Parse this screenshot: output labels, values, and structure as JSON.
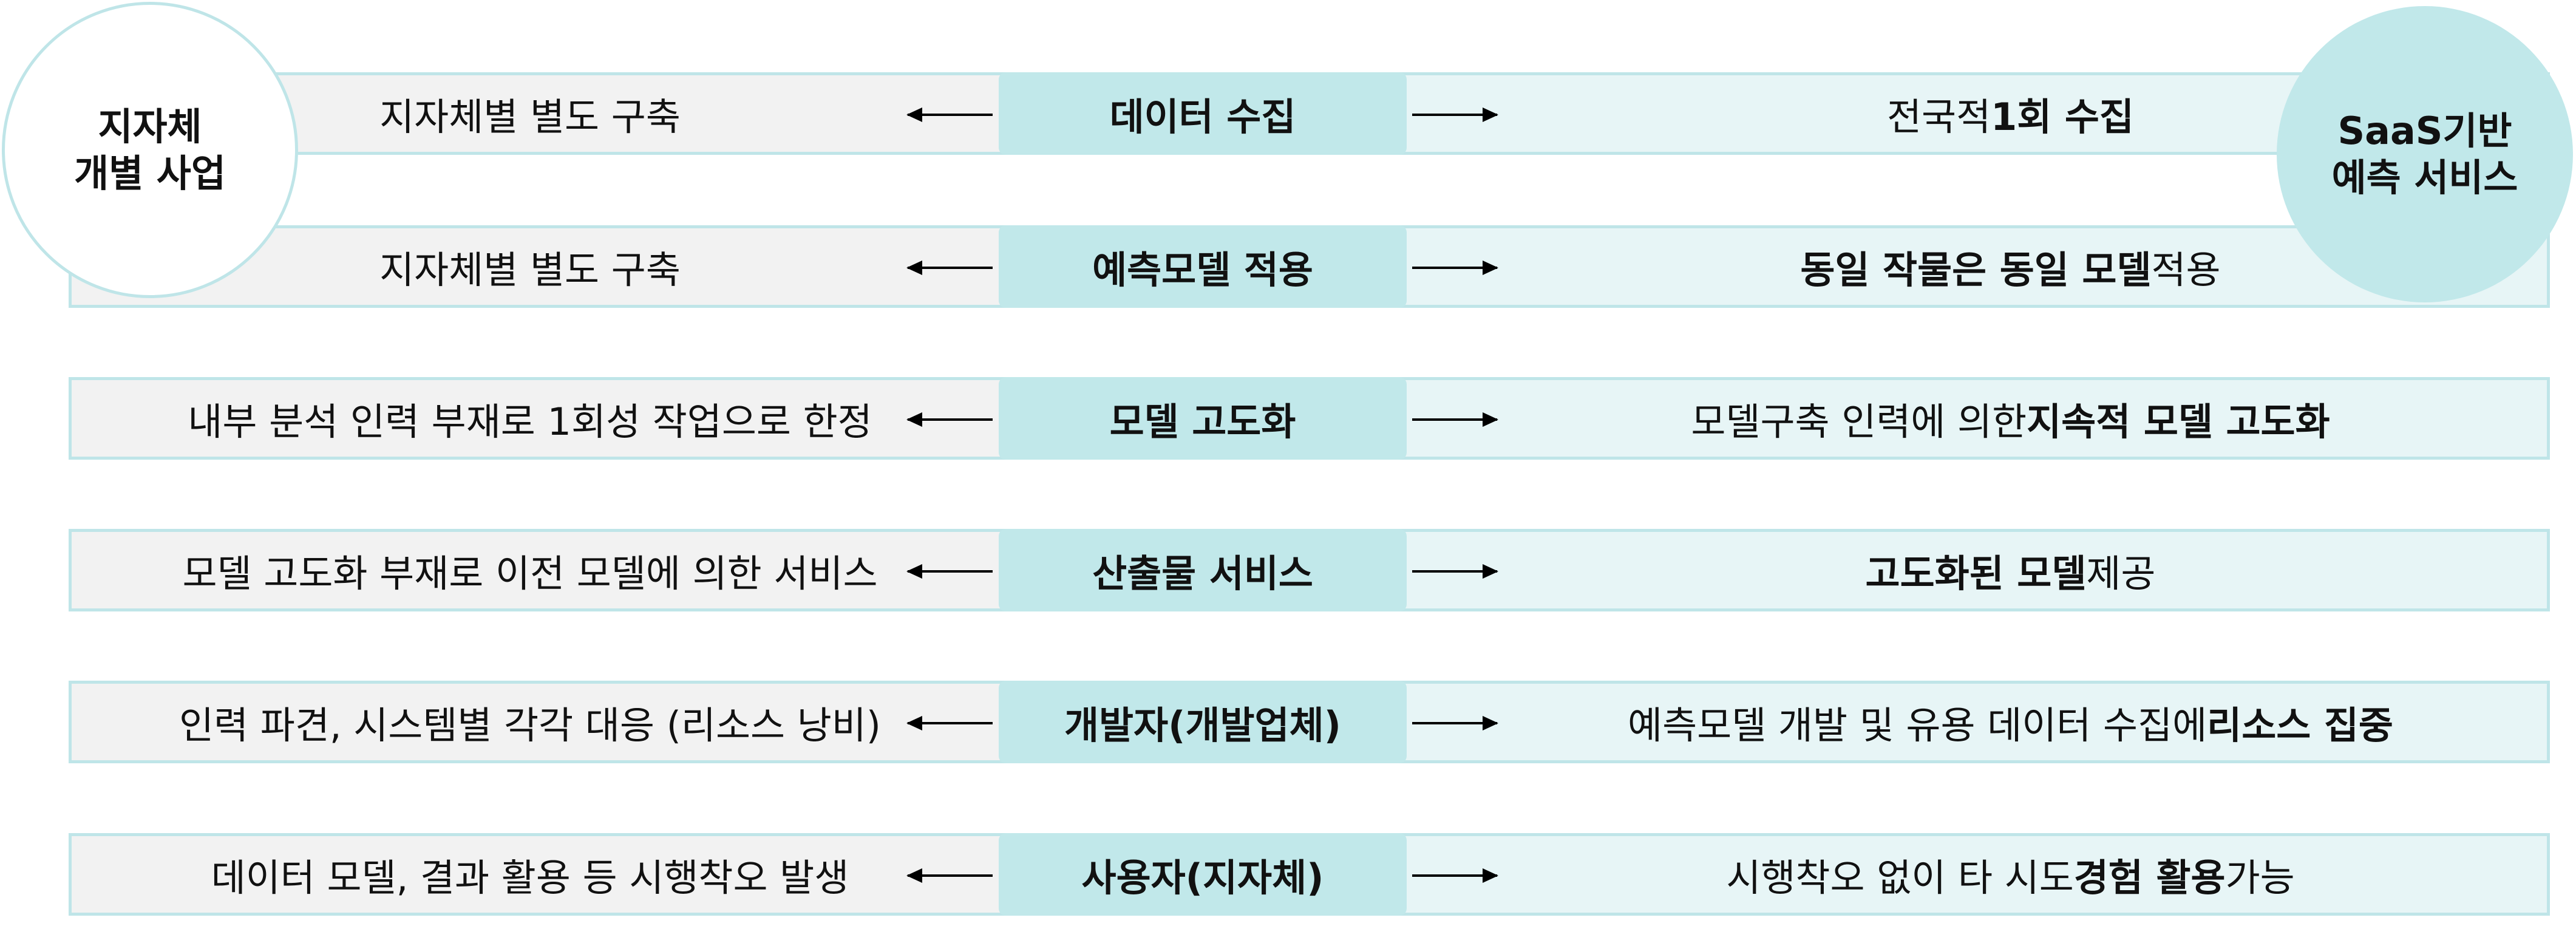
{
  "left_circle": {
    "line1": "지자체",
    "line2": "개별 사업"
  },
  "right_circle": {
    "line1": "SaaS기반",
    "line2": "예측 서비스"
  },
  "rows": [
    {
      "center": "데이터 수집",
      "left": "지자체별 별도 구축",
      "right": {
        "pre": "전국적 ",
        "bold": "1회 수집",
        "post": ""
      }
    },
    {
      "center": "예측모델 적용",
      "left": "지자체별 별도 구축",
      "right": {
        "pre": "",
        "bold": "동일 작물은 동일 모델",
        "post": " 적용"
      }
    },
    {
      "center": "모델 고도화",
      "left": "내부 분석 인력 부재로 1회성 작업으로 한정",
      "right": {
        "pre": "모델구축 인력에 의한 ",
        "bold": "지속적 모델 고도화",
        "post": ""
      }
    },
    {
      "center": "산출물 서비스",
      "left": "모델 고도화 부재로 이전 모델에 의한 서비스",
      "right": {
        "pre": "",
        "bold": "고도화된 모델",
        "post": " 제공"
      }
    },
    {
      "center": "개발자(개발업체)",
      "left": "인력 파견, 시스템별 각각 대응 (리소스 낭비)",
      "right": {
        "pre": "예측모델 개발 및 유용 데이터 수집에 ",
        "bold": "리소스 집중",
        "post": ""
      }
    },
    {
      "center": "사용자(지자체)",
      "left": "데이터 모델, 결과 활용 등 시행착오 발생",
      "right": {
        "pre": "시행착오 없이 타 시도 ",
        "bold": "경험 활용",
        "post": " 가능"
      }
    }
  ]
}
